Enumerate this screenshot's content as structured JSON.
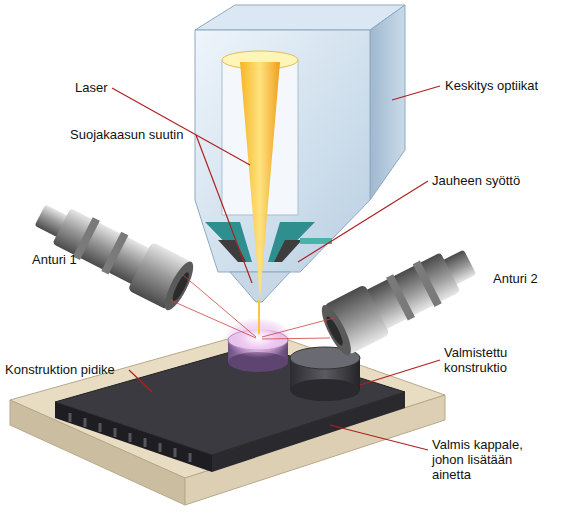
{
  "diagram": {
    "labels": [
      "Laser",
      "Keskitys optiikat",
      "Suojakaasun suutin",
      "Jauheen syöttö",
      "Anturi 1",
      "Anturi 2",
      "Konstruktion pidike",
      "Valmistettu konstruktio",
      "Valmis kappale, johon lisätään ainetta"
    ]
  }
}
